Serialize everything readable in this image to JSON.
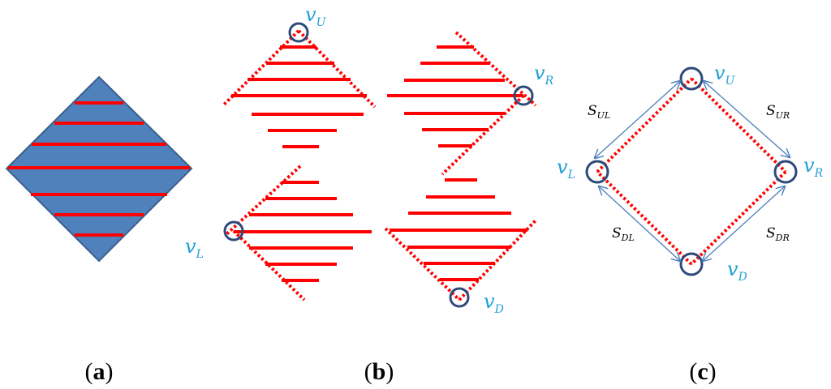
{
  "panels": {
    "a": {
      "open": "(",
      "letter": "a",
      "close": ")"
    },
    "b": {
      "open": "(",
      "letter": "b",
      "close": ")"
    },
    "c": {
      "open": "(",
      "letter": "c",
      "close": ")"
    }
  },
  "vertices": {
    "up": {
      "base": "v",
      "sub": "U"
    },
    "right": {
      "base": "v",
      "sub": "R"
    },
    "left": {
      "base": "v",
      "sub": "L"
    },
    "down": {
      "base": "v",
      "sub": "D"
    }
  },
  "sides": {
    "ul": {
      "base": "S",
      "sub": "UL"
    },
    "ur": {
      "base": "S",
      "sub": "UR"
    },
    "dl": {
      "base": "S",
      "sub": "DL"
    },
    "dr": {
      "base": "S",
      "sub": "DR"
    }
  },
  "colors": {
    "diamond_fill": "#4f81bd",
    "diamond_stroke": "#3a5f8a",
    "stripe": "#ff0000",
    "circle": "#2e4a7a",
    "label": "#1fa0d8",
    "arrow": "#4a7ebb"
  }
}
